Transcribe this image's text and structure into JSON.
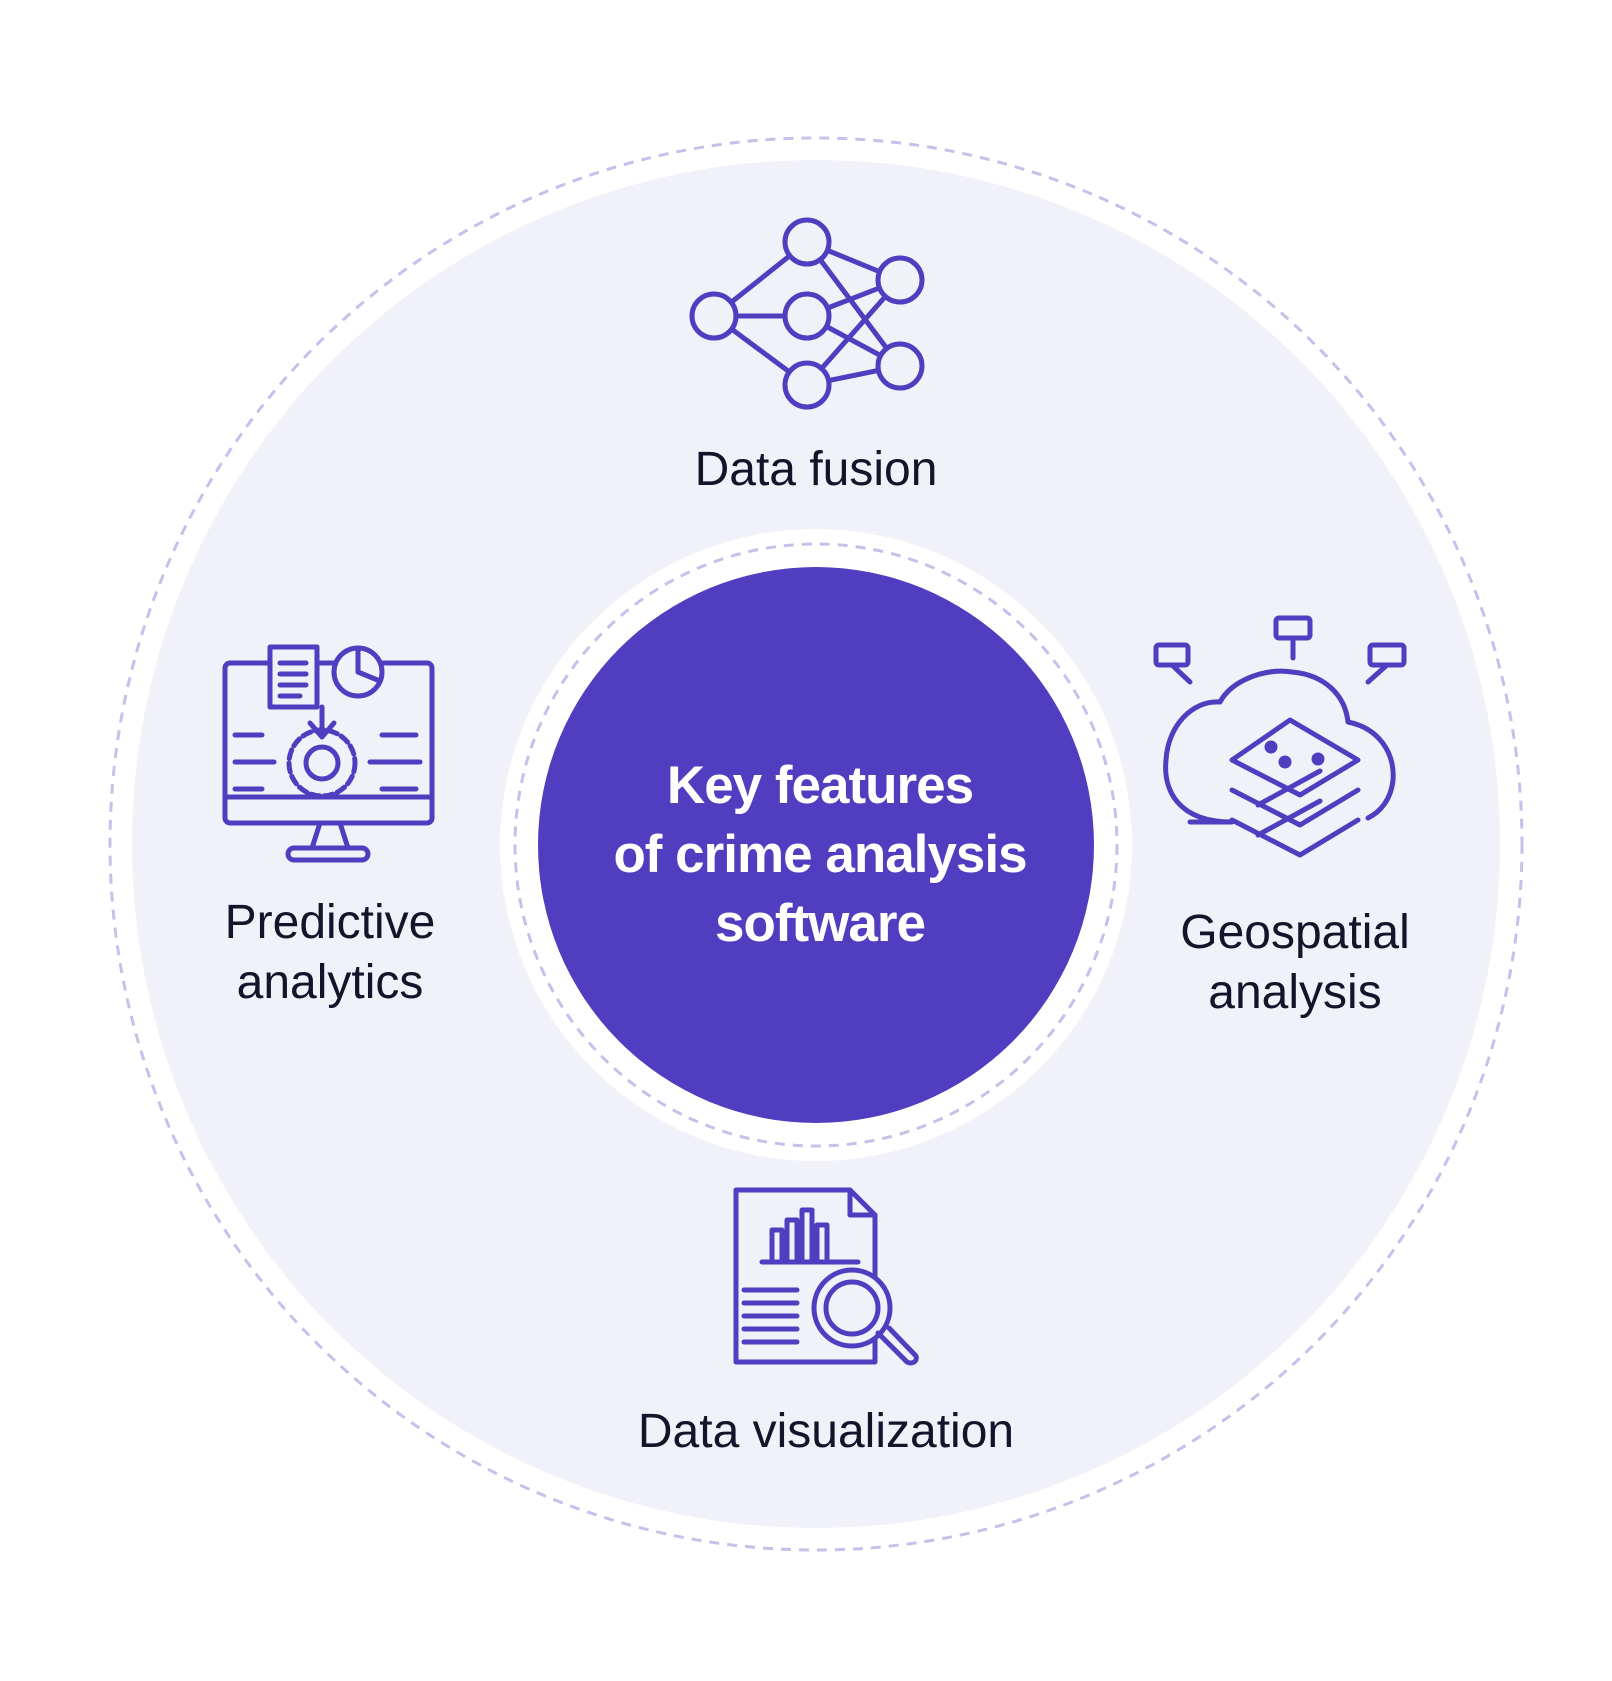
{
  "center": {
    "title_lines": [
      "Key features",
      "of crime analysis",
      "software"
    ]
  },
  "features": {
    "data_fusion": {
      "label": "Data fusion",
      "icon": "neural-network-icon"
    },
    "predictive_analytics": {
      "label_lines": [
        "Predictive",
        "analytics"
      ],
      "icon": "monitor-gear-icon"
    },
    "geospatial_analysis": {
      "label_lines": [
        "Geospatial",
        "analysis"
      ],
      "icon": "cloud-map-icon"
    },
    "data_visualization": {
      "label": "Data visualization",
      "icon": "report-magnifier-icon"
    }
  },
  "colors": {
    "accent": "#503dbf",
    "ring_fill": "#f1f1fa",
    "dash": "#c6c0ea",
    "text": "#14142b",
    "background": "#ffffff"
  }
}
